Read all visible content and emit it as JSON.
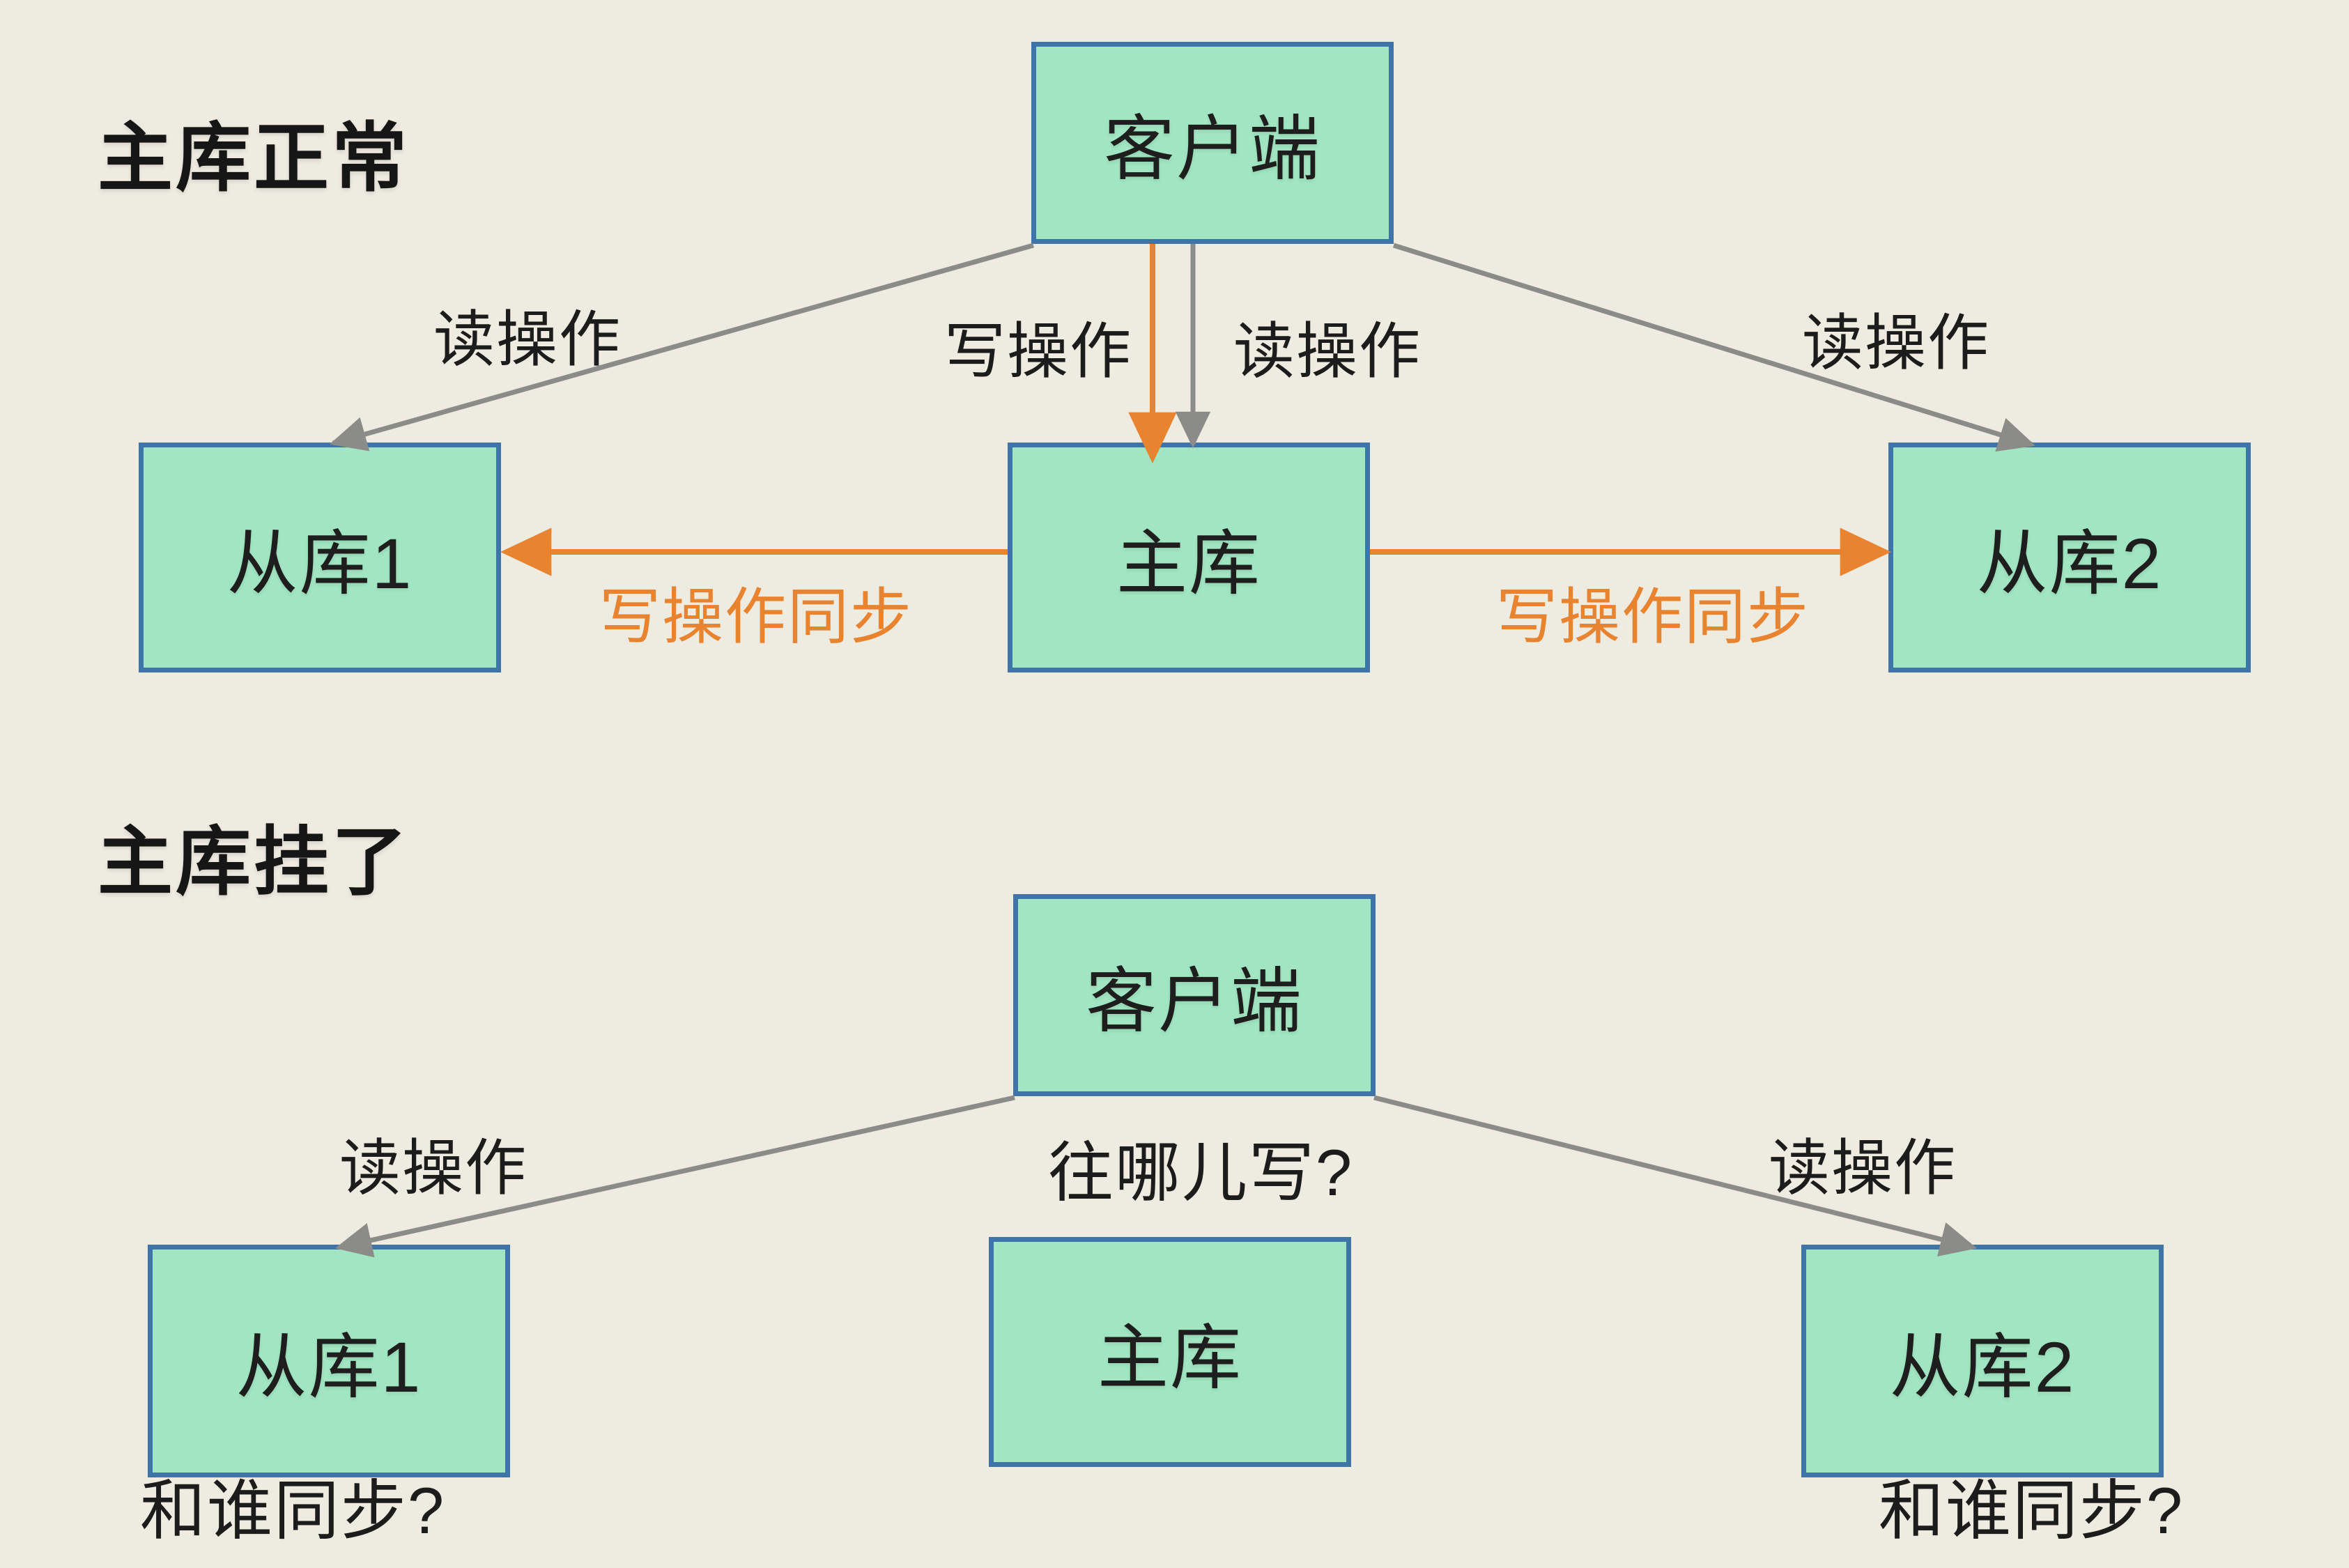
{
  "colors": {
    "background": "#EEEBE1",
    "box_fill": "#A1E5C2",
    "box_border": "#3E74A8",
    "arrow_gray": "#8B8B89",
    "arrow_orange": "#E8832F",
    "text": "#1E1E1E"
  },
  "section_normal": {
    "title": "主库正常",
    "client": "客户端",
    "slave1": "从库1",
    "master": "主库",
    "slave2": "从库2",
    "label_read_left": "读操作",
    "label_write": "写操作",
    "label_read_mid": "读操作",
    "label_read_right": "读操作",
    "label_sync_left": "写操作同步",
    "label_sync_right": "写操作同步"
  },
  "section_down": {
    "title": "主库挂了",
    "client": "客户端",
    "slave1": "从库1",
    "master": "主库",
    "slave2": "从库2",
    "label_read_left": "读操作",
    "label_read_right": "读操作",
    "label_where_write": "往哪儿写?",
    "label_sync_who_left": "和谁同步?",
    "label_sync_who_right": "和谁同步?"
  }
}
